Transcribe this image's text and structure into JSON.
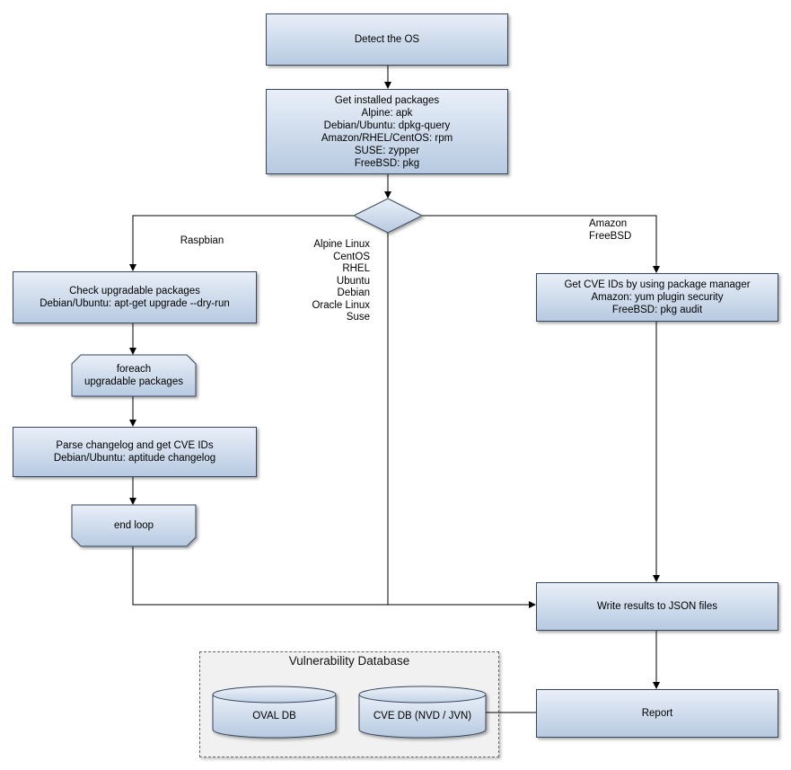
{
  "diagram": {
    "nodes": {
      "detect_os": "Detect the OS",
      "get_installed_packages": "Get installed packages\nAlpine: apk\nDebian/Ubuntu: dpkg-query\nAmazon/RHEL/CentOS: rpm\nSUSE: zypper\nFreeBSD: pkg",
      "check_upgradable": "Check upgradable packages\nDebian/Ubuntu: apt-get upgrade --dry-run",
      "foreach_loop": "foreach\nupgradable packages",
      "parse_changelog": "Parse changelog and get CVE IDs\nDebian/Ubuntu: aptitude changelog",
      "end_loop": "end loop",
      "get_cve_ids": "Get CVE IDs by using package manager\nAmazon: yum plugin security\nFreeBSD: pkg audit",
      "write_json": "Write results to JSON files",
      "report": "Report",
      "oval_db": "OVAL DB",
      "cve_db": "CVE DB (NVD / JVN)"
    },
    "edge_labels": {
      "raspbian": "Raspbian",
      "os_list": "Alpine Linux\nCentOS\nRHEL\nUbuntu\nDebian\nOracle Linux\nSuse",
      "amazon_freebsd": "Amazon\nFreeBSD"
    },
    "group": {
      "title": "Vulnerability Database"
    },
    "colors": {
      "node_fill_top": "#e9eff8",
      "node_fill_bottom": "#b7cae1",
      "node_border": "#39475c",
      "group_fill": "#f1f1f1",
      "group_border": "#666666",
      "line": "#000000",
      "text": "#000000"
    }
  }
}
